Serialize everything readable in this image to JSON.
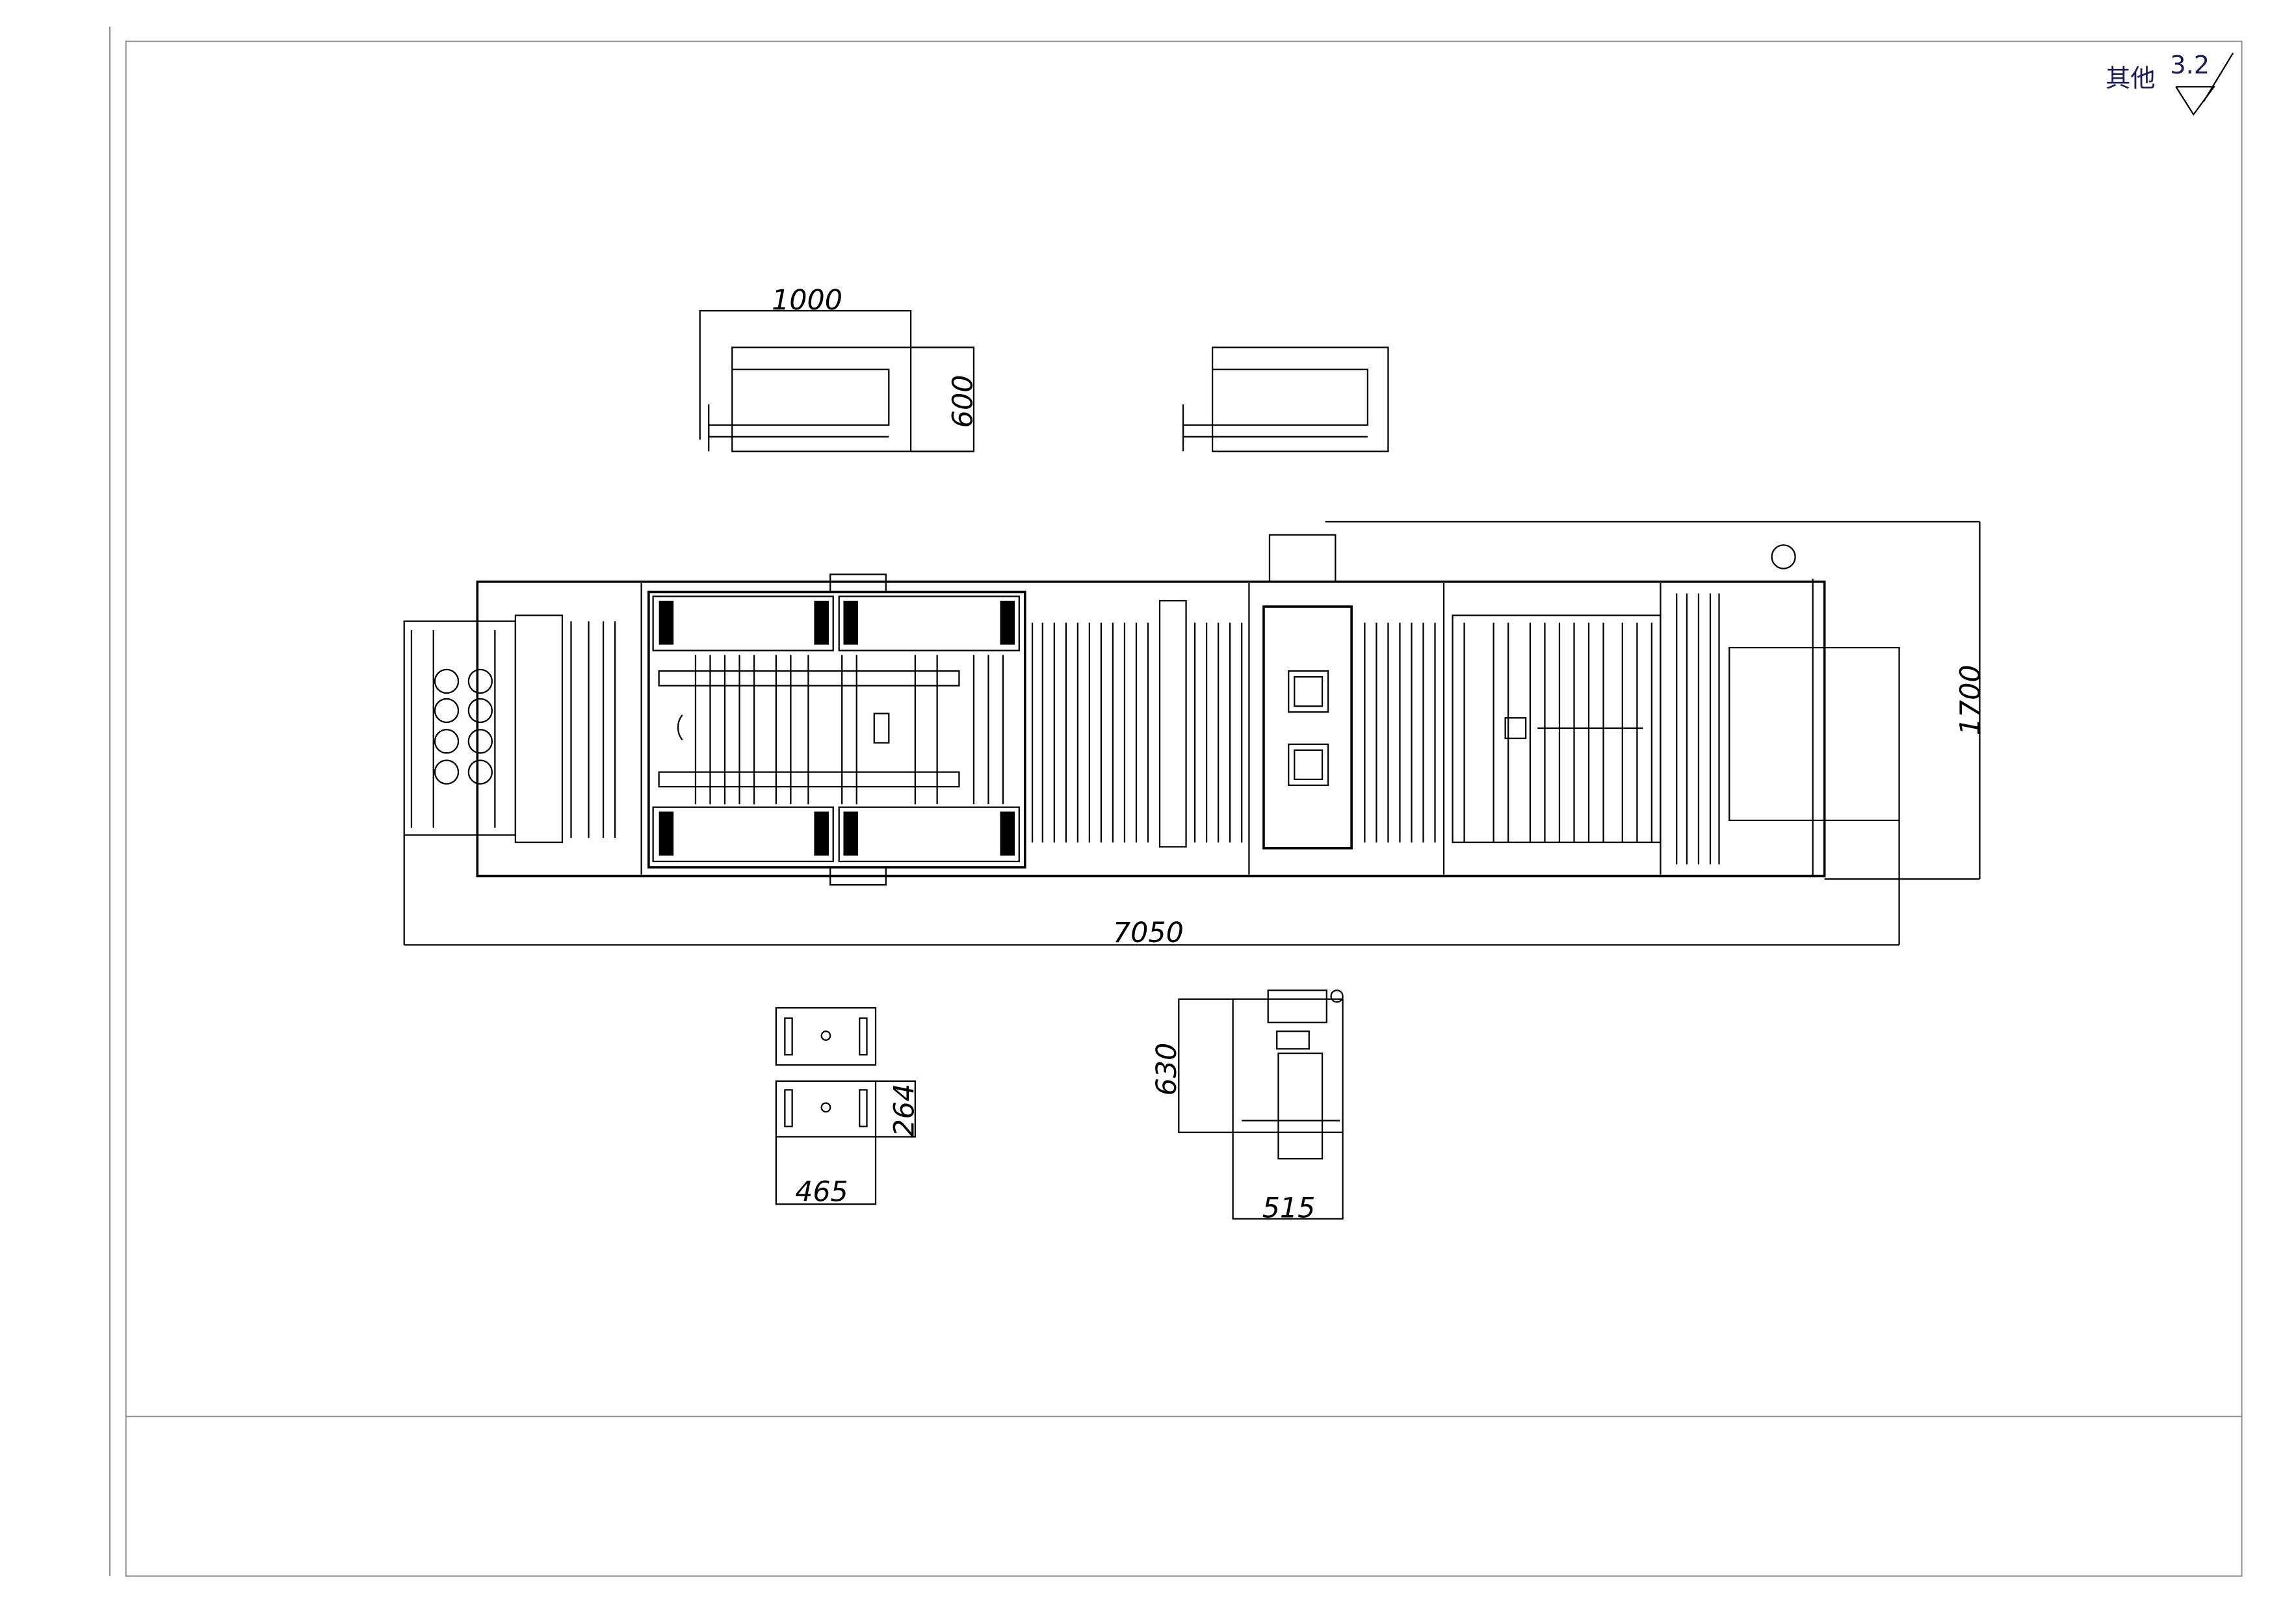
{
  "surface_note": {
    "label": "其他",
    "roughness": "3.2"
  },
  "dimensions": {
    "top_width": "1000",
    "top_height": "600",
    "overall_length": "7050",
    "overall_height": "1700",
    "part_a_height": "264",
    "part_a_width": "465",
    "part_b_height": "630",
    "part_b_width": "515"
  }
}
